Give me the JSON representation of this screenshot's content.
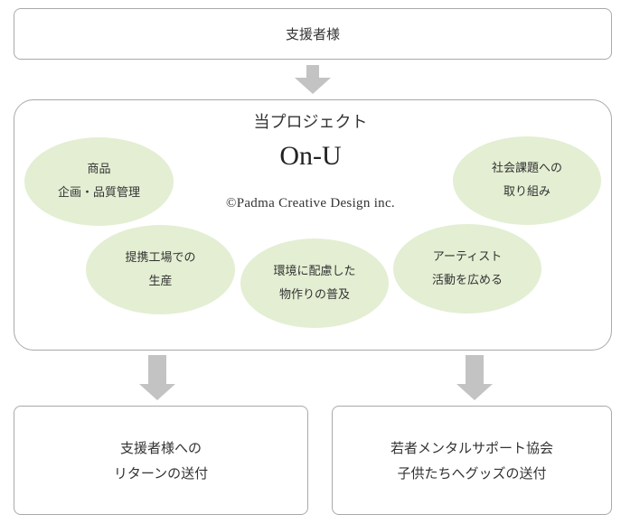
{
  "top_box": {
    "text": "支援者様"
  },
  "project": {
    "title": "当プロジェクト",
    "logo": "On-U",
    "copyright": "©Padma Creative Design inc.",
    "ellipses": [
      {
        "line1": "商品",
        "line2": "企画・品質管理"
      },
      {
        "line1": "提携工場での",
        "line2": "生産"
      },
      {
        "line1": "環境に配慮した",
        "line2": "物作りの普及"
      },
      {
        "line1": "アーティスト",
        "line2": "活動を広める"
      },
      {
        "line1": "社会課題への",
        "line2": "取り組み"
      }
    ]
  },
  "bottom_left": {
    "line1": "支援者様への",
    "line2": "リターンの送付"
  },
  "bottom_right": {
    "line1": "若者メンタルサポート協会",
    "line2": "子供たちへグッズの送付"
  },
  "colors": {
    "ellipse_fill": "#e3eed3",
    "arrow": "#c3c3c3",
    "border": "#a9a9a9"
  }
}
